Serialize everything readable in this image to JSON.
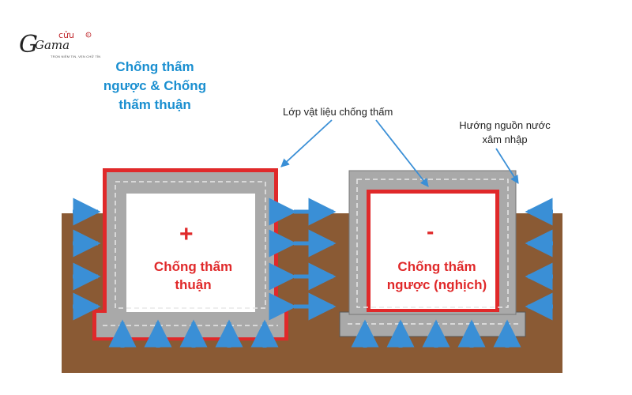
{
  "logo": {
    "brand": "Gama",
    "badge": "cửu",
    "tagline": "TRỌN NIỀM TIN, VẸN CHỮ TÍN"
  },
  "title": {
    "line1": "Chống thấm",
    "line2": "ngược & Chống",
    "line3": "thấm thuận"
  },
  "labels": {
    "material": "Lớp vật liệu chống thấm",
    "water_line1": "Hướng nguồn nước",
    "water_line2": "xâm nhập"
  },
  "left_room": {
    "sign": "+",
    "line1": "Chống thấm",
    "line2": "thuận"
  },
  "right_room": {
    "sign": "-",
    "line1": "Chống thấm",
    "line2": "ngược (nghịch)"
  },
  "colors": {
    "soil": "#8a5a34",
    "concrete": "#a9a9a9",
    "waterproof": "#e0292a",
    "arrow": "#3a8fd6",
    "title": "#1a8fd0"
  }
}
